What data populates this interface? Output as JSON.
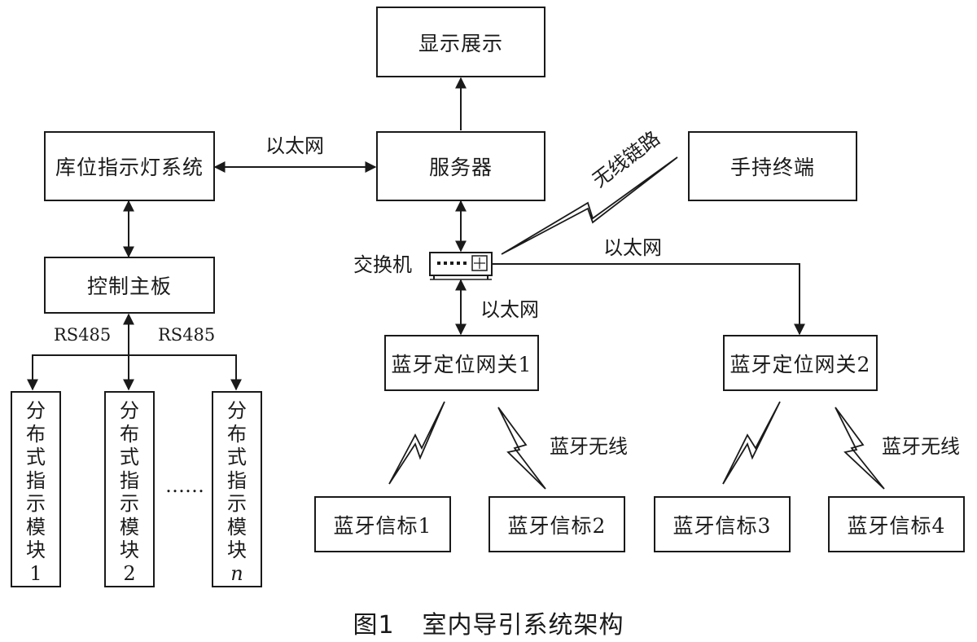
{
  "diagram": {
    "nodes": {
      "display": "显示展示",
      "server": "服务器",
      "storage_light_system": "库位指示灯系统",
      "handheld_terminal": "手持终端",
      "control_board": "控制主板",
      "switch": "交换机",
      "gateway_1": "蓝牙定位网关1",
      "gateway_2": "蓝牙定位网关2",
      "beacon_1": "蓝牙信标1",
      "beacon_2": "蓝牙信标2",
      "beacon_3": "蓝牙信标3",
      "beacon_4": "蓝牙信标4",
      "module_1": [
        "分",
        "布",
        "式",
        "指",
        "示",
        "模",
        "块",
        "1"
      ],
      "module_2": [
        "分",
        "布",
        "式",
        "指",
        "示",
        "模",
        "块",
        "2"
      ],
      "module_n": [
        "分",
        "布",
        "式",
        "指",
        "示",
        "模",
        "块",
        "n"
      ]
    },
    "edge_labels": {
      "ethernet_server_light": "以太网",
      "ethernet_switch_gateway1": "以太网",
      "ethernet_switch_gateway2": "以太网",
      "wireless_link": "无线链路",
      "bt_wireless_1": "蓝牙无线",
      "bt_wireless_2": "蓝牙无线",
      "rs485_left": "RS485",
      "rs485_right": "RS485",
      "ellipsis": "……"
    },
    "caption_number": "图1",
    "caption_text": "室内导引系统架构",
    "colors": {
      "stroke": "#1a1a1a",
      "background": "#ffffff"
    }
  }
}
